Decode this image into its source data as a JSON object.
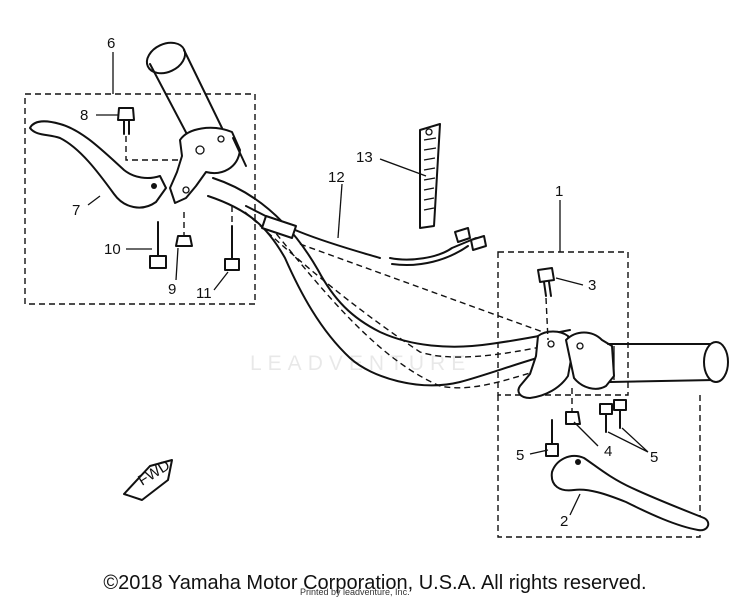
{
  "diagram": {
    "callouts": {
      "p1": "1",
      "p2": "2",
      "p3": "3",
      "p4": "4",
      "p5a": "5",
      "p5b": "5",
      "p6": "6",
      "p7": "7",
      "p8": "8",
      "p9": "9",
      "p10": "10",
      "p11": "11",
      "p12": "12",
      "p13": "13"
    },
    "fwd_label": "FWD",
    "watermark": "LEADVENTURE",
    "colors": {
      "ink": "#111111",
      "background": "#ffffff"
    }
  },
  "footer": {
    "copyright": "©2018 Yamaha Motor Corporation, U.S.A. All rights reserved.",
    "printed_note": "Printed by leadventure, Inc."
  }
}
